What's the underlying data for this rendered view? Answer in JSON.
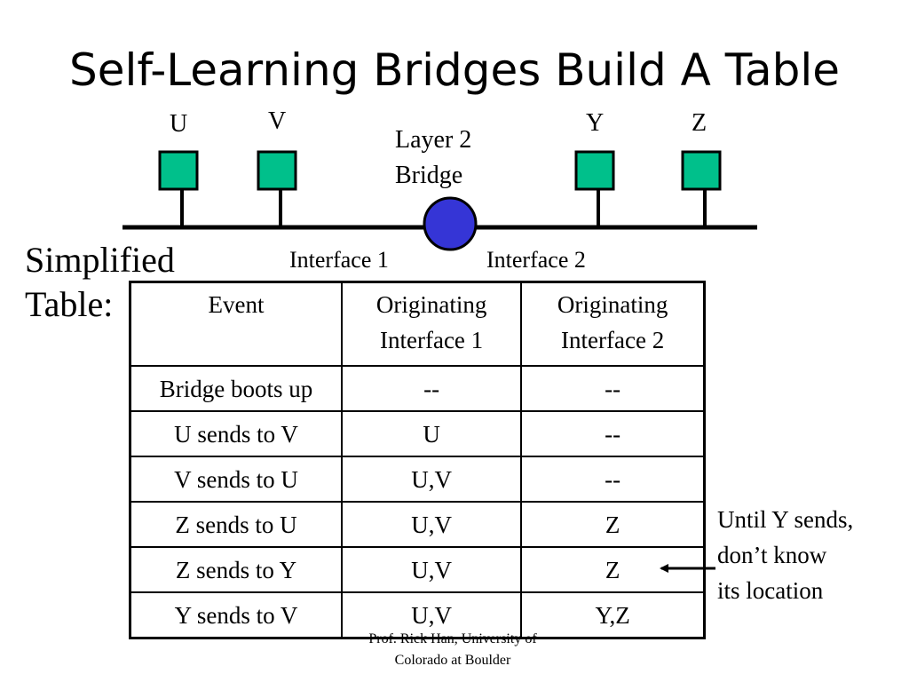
{
  "title": "Self-Learning Bridges Build A Table",
  "diagram": {
    "hosts": [
      {
        "label": "U"
      },
      {
        "label": "V"
      },
      {
        "label": "Y"
      },
      {
        "label": "Z"
      }
    ],
    "bridge_label_line1": "Layer 2",
    "bridge_label_line2": "Bridge",
    "interface1_label": "Interface 1",
    "interface2_label": "Interface 2",
    "colors": {
      "host_fill": "#00c08b",
      "bridge_fill": "#3535d6"
    }
  },
  "caption": {
    "line1": "Simplified",
    "line2": "Table:"
  },
  "table": {
    "headers": [
      {
        "line1": "Event",
        "line2": ""
      },
      {
        "line1": "Originating",
        "line2": "Interface 1"
      },
      {
        "line1": "Originating",
        "line2": "Interface 2"
      }
    ],
    "rows": [
      [
        "Bridge boots up",
        "--",
        "--"
      ],
      [
        "U sends to V",
        "U",
        "--"
      ],
      [
        "V sends to U",
        "U,V",
        "--"
      ],
      [
        "Z sends to U",
        "U,V",
        "Z"
      ],
      [
        "Z sends to Y",
        "U,V",
        "Z"
      ],
      [
        "Y sends to V",
        "U,V",
        "Y,Z"
      ]
    ]
  },
  "annotation": {
    "line1": "Until Y sends,",
    "line2": "don’t know",
    "line3": "its location"
  },
  "footer": {
    "line1": "Prof. Rick Han, University of",
    "line2": "Colorado at Boulder"
  }
}
